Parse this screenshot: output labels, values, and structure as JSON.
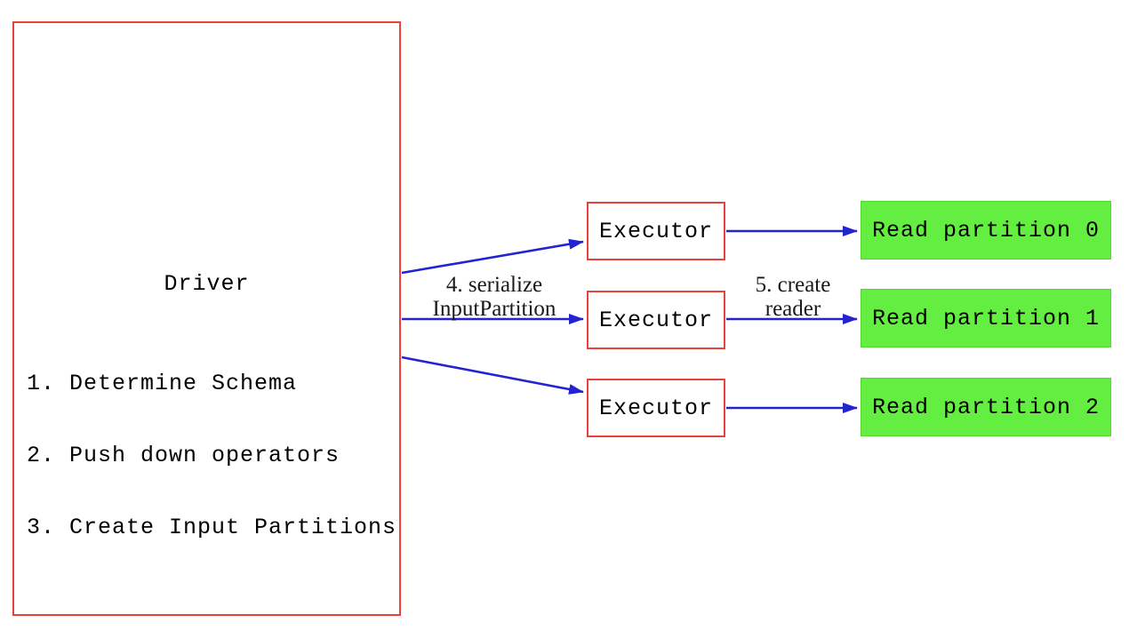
{
  "diagram": {
    "driver": {
      "title": "Driver",
      "steps": [
        "1. Determine Schema",
        "2. Push down operators",
        "3. Create Input Partitions"
      ]
    },
    "executors": [
      {
        "label": "Executor"
      },
      {
        "label": "Executor"
      },
      {
        "label": "Executor"
      }
    ],
    "partitions": [
      {
        "label": "Read partition 0"
      },
      {
        "label": "Read partition 1"
      },
      {
        "label": "Read partition 2"
      }
    ],
    "edge_labels": {
      "serialize_line1": "4. serialize",
      "serialize_line2": "InputPartition",
      "reader_line1": "5. create",
      "reader_line2": "reader"
    },
    "colors": {
      "box_border": "#e8423c",
      "partition_fill": "#64ee41",
      "partition_edge": "#55d631",
      "arrow": "#2323d2",
      "ink": "#000000"
    }
  }
}
